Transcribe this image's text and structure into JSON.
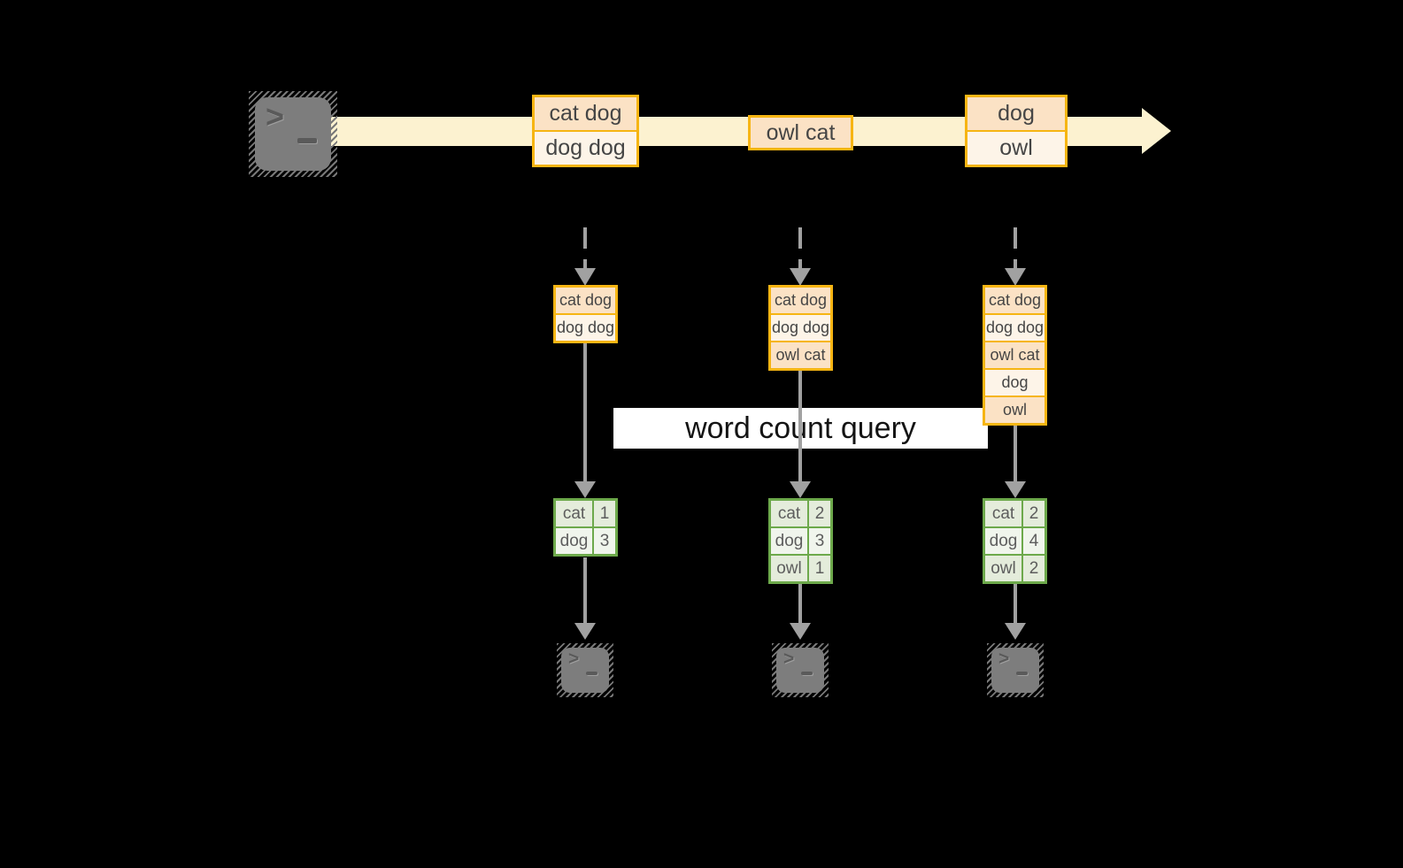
{
  "labels": {
    "query": "word count query"
  },
  "stream": {
    "batches": [
      {
        "rows": [
          "cat dog",
          "dog dog"
        ]
      },
      {
        "rows": [
          "owl cat"
        ]
      },
      {
        "rows": [
          "dog",
          "owl"
        ]
      }
    ]
  },
  "states": [
    {
      "rows": [
        "cat dog",
        "dog dog"
      ]
    },
    {
      "rows": [
        "cat dog",
        "dog dog",
        "owl cat"
      ]
    },
    {
      "rows": [
        "cat dog",
        "dog dog",
        "owl cat",
        "dog",
        "owl"
      ]
    }
  ],
  "counts": [
    {
      "rows": [
        {
          "word": "cat",
          "count": "1"
        },
        {
          "word": "dog",
          "count": "3"
        }
      ]
    },
    {
      "rows": [
        {
          "word": "cat",
          "count": "2"
        },
        {
          "word": "dog",
          "count": "3"
        },
        {
          "word": "owl",
          "count": "1"
        }
      ]
    },
    {
      "rows": [
        {
          "word": "cat",
          "count": "2"
        },
        {
          "word": "dog",
          "count": "4"
        },
        {
          "word": "owl",
          "count": "2"
        }
      ]
    }
  ],
  "icons": {
    "source_terminal": "terminal-icon",
    "sink_terminal": "terminal-icon",
    "stream_arrow": "right-arrow",
    "prompt_glyph": ">"
  },
  "colors": {
    "background": "#000000",
    "stream_band": "#fcf2d0",
    "record_border_orange": "#f6b513",
    "record_fill_peach": "#fbe2c5",
    "record_fill_cream": "#fdf4e8",
    "table_border_green": "#6da94b",
    "table_fill_dark": "#e4ecdb",
    "table_fill_light": "#f0f5ec",
    "arrow_gray": "#a1a1a1",
    "terminal_gray": "#7d7d7d",
    "query_label_bg": "#ffffff",
    "text_dark": "#454545"
  }
}
